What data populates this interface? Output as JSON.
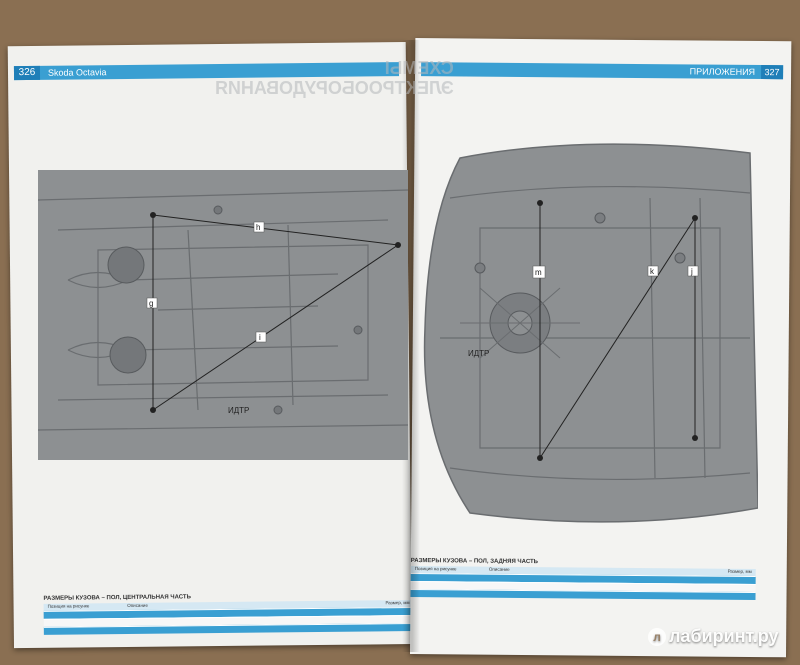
{
  "left_page": {
    "page_number": "326",
    "running_title": "Skoda Octavia",
    "labels": {
      "h": "h",
      "g": "g",
      "i": "i",
      "marking": "ИДТР"
    }
  },
  "right_page": {
    "page_number": "327",
    "running_title": "ПРИЛОЖЕНИЯ",
    "labels": {
      "m": "m",
      "k": "k",
      "j": "j",
      "marking": "ИДТР"
    }
  },
  "bleed_through": {
    "line1": "СХЕМЫ",
    "line2": "ЭЛЕКТРООБОРУДОВАНИЯ"
  },
  "table_left": {
    "title": "РАЗМЕРЫ КУЗОВА – ПОЛ, ЦЕНТРАЛЬНАЯ ЧАСТЬ",
    "headers": [
      "Позиция на рисунке",
      "Описание",
      "Размер, мм"
    ]
  },
  "table_right": {
    "title": "РАЗМЕРЫ КУЗОВА – ПОЛ, ЗАДНЯЯ ЧАСТЬ",
    "headers": [
      "Позиция на рисунке",
      "Описание",
      "Размер, мм"
    ]
  },
  "watermark": {
    "text": "лабиринт.ру",
    "logo_glyph": "л"
  },
  "colors": {
    "background": "#8a6f52",
    "header_blue": "#3a9fd2",
    "drawing_gray": "#8d9092"
  }
}
